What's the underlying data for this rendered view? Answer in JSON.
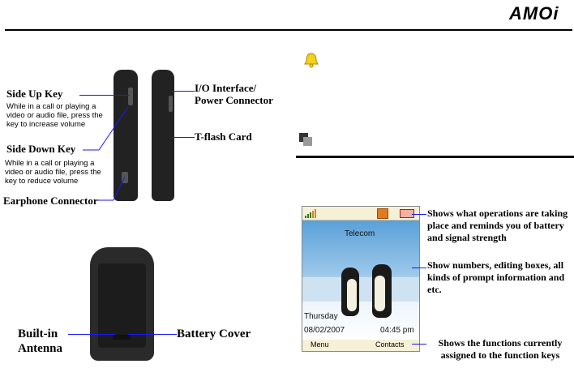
{
  "logo": "AMOi",
  "left": {
    "side_up": {
      "title": "Side Up Key",
      "desc": "While in a call or playing a video or audio file, press the key to increase volume"
    },
    "side_down": {
      "title": "Side Down Key",
      "desc": "While in a call or playing a video or audio file, press the key to reduce volume"
    },
    "earphone": "Earphone Connector",
    "io": "I/O Interface/ Power Connector",
    "tflash": "T-flash Card",
    "antenna": "Built-in Antenna",
    "battery": "Battery Cover"
  },
  "screen": {
    "network": "Telecom",
    "day": "Thursday",
    "date": "08/02/2007",
    "time": "04:45 pm",
    "soft_left": "Menu",
    "soft_right": "Contacts"
  },
  "annotations": {
    "status": "Shows what operations are taking place and reminds you of battery and signal strength",
    "content": "Show numbers, editing boxes, all kinds of prompt information and etc.",
    "functions": "Shows the functions currently assigned to the function keys"
  },
  "colors": {
    "pointer_line": "#1a1af0",
    "bell": "#f5d21a"
  }
}
